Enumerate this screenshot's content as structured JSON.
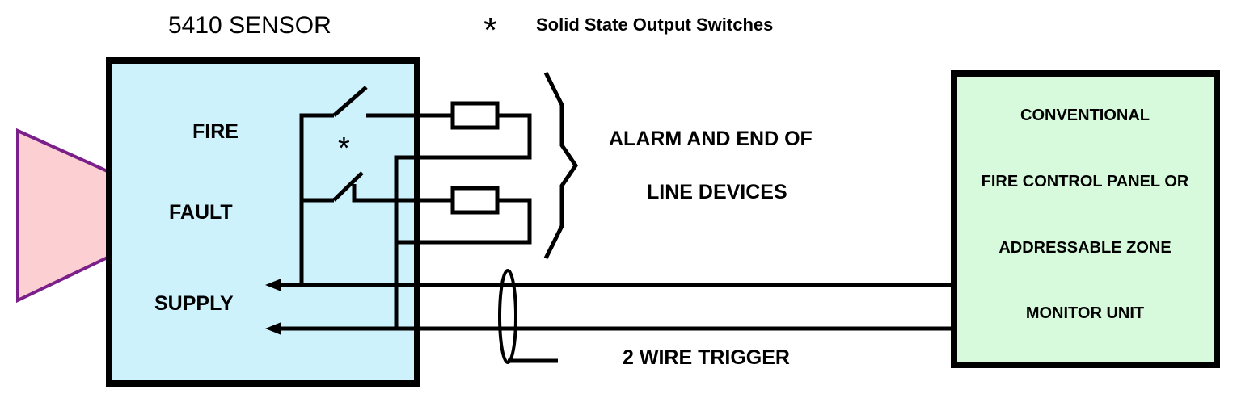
{
  "title": "5410 SENSOR",
  "legend": {
    "symbol": "*",
    "text": "Solid State Output Switches"
  },
  "sensor": {
    "fire_label": "FIRE",
    "fault_label": "FAULT",
    "supply_label": "SUPPLY",
    "switch_marker": "*"
  },
  "alarm_devices": {
    "line1": "ALARM AND END OF",
    "line2": "LINE DEVICES"
  },
  "trigger_label": "2 WIRE TRIGGER",
  "panel": {
    "lines": [
      "CONVENTIONAL",
      "FIRE CONTROL PANEL OR",
      "ADDRESSABLE ZONE",
      "MONITOR UNIT"
    ]
  },
  "colors": {
    "sensor_fill": "#cdf2fb",
    "panel_fill": "#d6fadb",
    "horn_fill": "#fccfd2",
    "horn_stroke": "#7b1f8a",
    "line": "#000000"
  }
}
